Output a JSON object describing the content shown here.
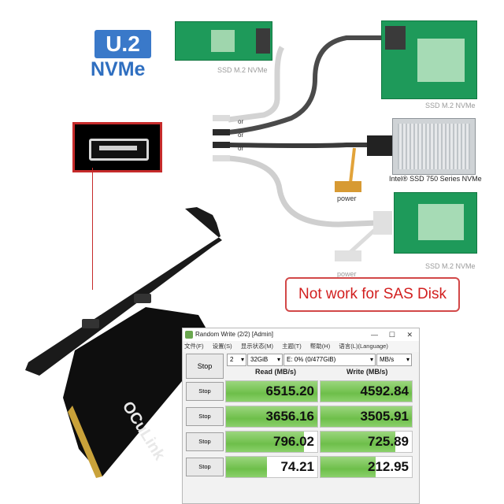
{
  "badge": {
    "title": "U.2",
    "subtitle": "NVMe"
  },
  "labels": {
    "ssd_m2_top": "SSD M.2 NVMe",
    "ssd_m2_right_top": "SSD M.2 NVMe",
    "intel": "Intel® SSD 750 Series NVMe",
    "ssd_m2_bottom": "SSD M.2 NVMe",
    "power1": "power",
    "power2": "power",
    "or": "or"
  },
  "warning": "Not work for SAS Disk",
  "card": {
    "brand": "OCuLink"
  },
  "benchmark": {
    "title": "Random Write (2/2) [Admin]",
    "menu": [
      "文件(F)",
      "设置(S)",
      "显示状态(M)",
      "主题(T)",
      "帮助(H)",
      "语言(L)(Language)"
    ],
    "count": "2",
    "size": "32GiB",
    "drive": "E: 0% (0/477GiB)",
    "unit": "MB/s",
    "all_button": "Stop",
    "read_header": "Read (MB/s)",
    "write_header": "Write (MB/s)",
    "rows": [
      {
        "button": "Stop",
        "read": "6515.20",
        "write": "4592.84",
        "read_fill": 1.0,
        "write_fill": 1.0
      },
      {
        "button": "Stop",
        "read": "3656.16",
        "write": "3505.91",
        "read_fill": 1.0,
        "write_fill": 1.0
      },
      {
        "button": "Stop",
        "read": "796.02",
        "write": "725.89",
        "read_fill": 0.85,
        "write_fill": 0.82
      },
      {
        "button": "Stop",
        "read": "74.21",
        "write": "212.95",
        "read_fill": 0.45,
        "write_fill": 0.6
      }
    ]
  }
}
